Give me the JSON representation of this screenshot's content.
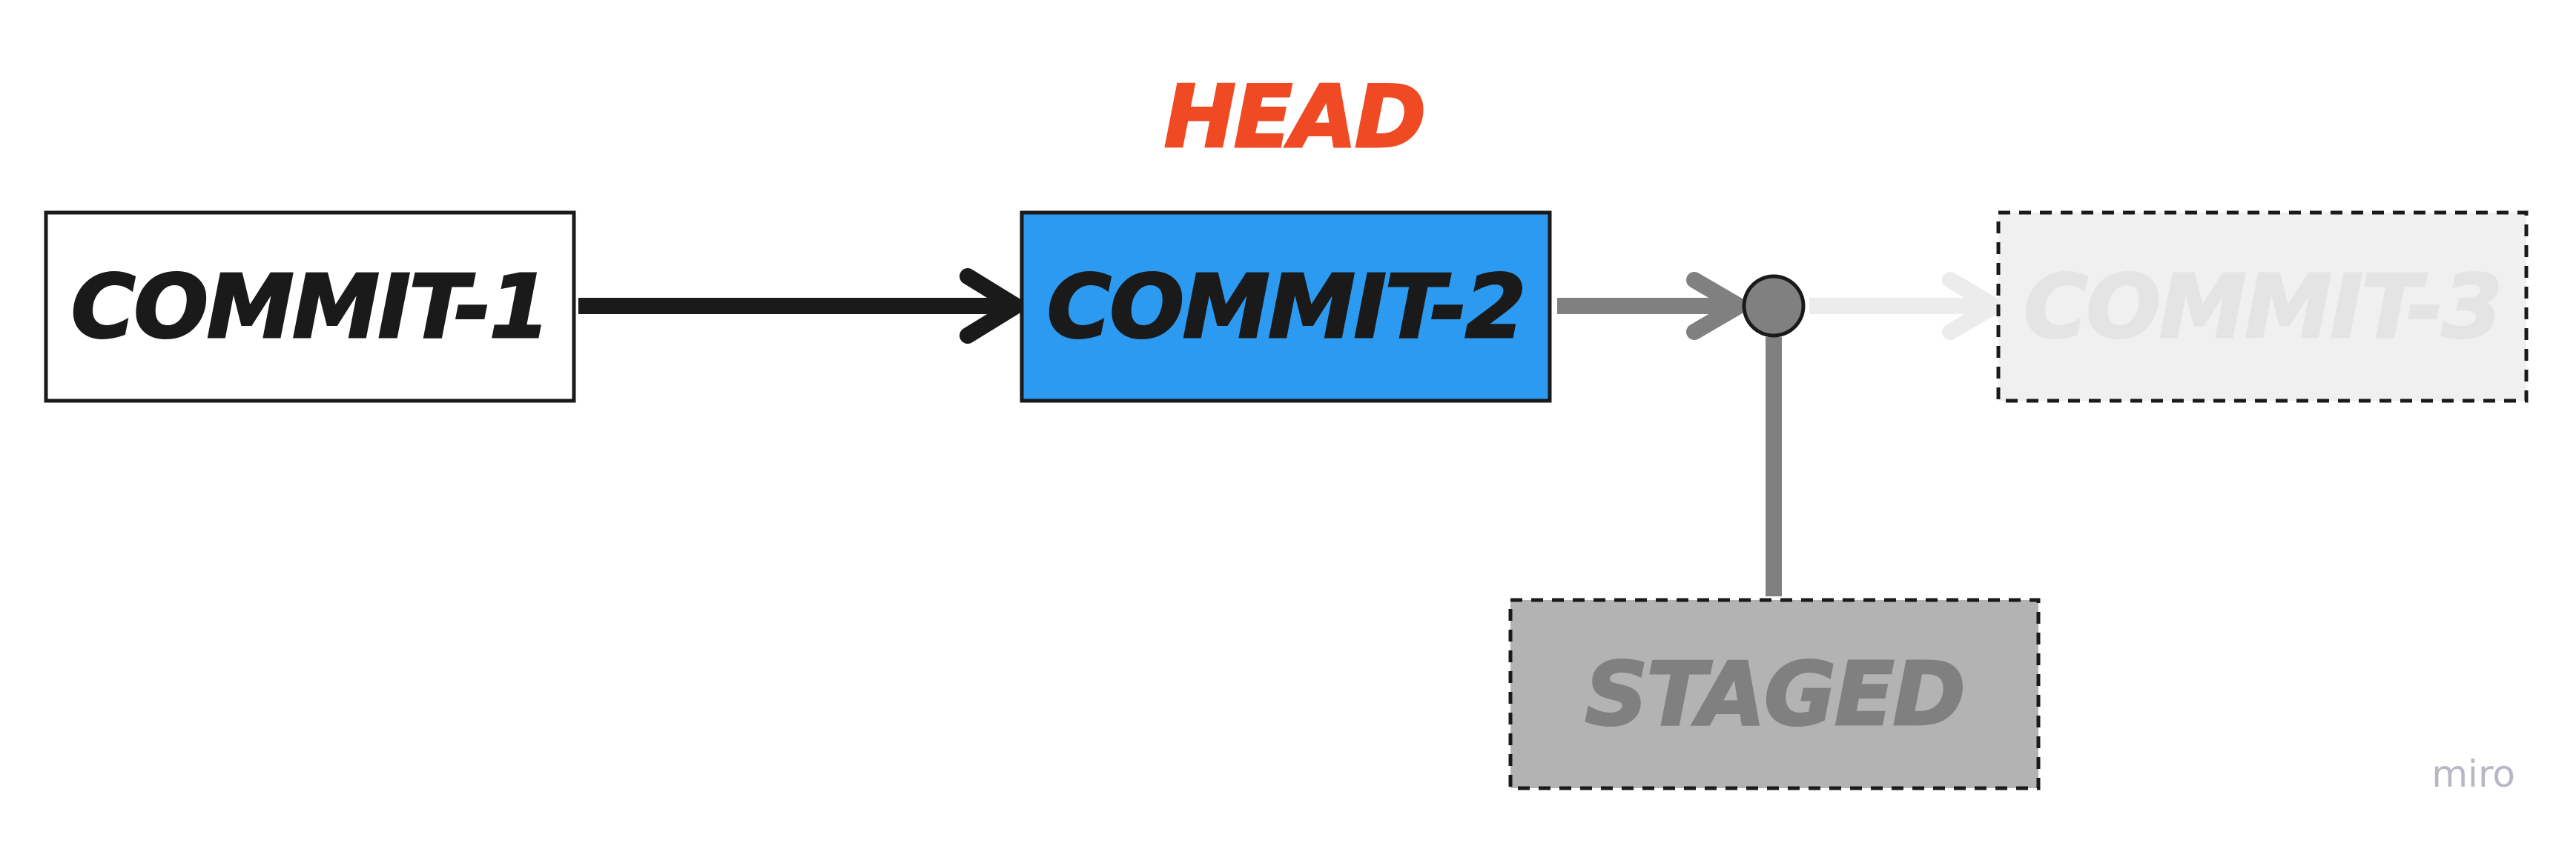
{
  "head": {
    "label": "HEAD",
    "color": "#f04a24"
  },
  "nodes": {
    "commit1": {
      "label": "COMMIT-1",
      "fill": "#ffffff",
      "text_color": "#1a1a1a"
    },
    "commit2": {
      "label": "COMMIT-2",
      "fill": "#2b9af0",
      "text_color": "#1a1a1a"
    },
    "commit3": {
      "label": "COMMIT-3",
      "fill": "#f0f0f0",
      "text_color": "#e4e4e4",
      "border": "dashed"
    },
    "staged": {
      "label": "STAGED",
      "fill": "#b3b3b3",
      "text_color": "#808080",
      "border": "dashed"
    }
  },
  "edges": [
    {
      "from": "commit1",
      "to": "commit2",
      "color": "#1a1a1a"
    },
    {
      "from": "commit2",
      "to": "junction",
      "color": "#808080"
    },
    {
      "from": "junction",
      "to": "commit3",
      "color": "#ececec"
    },
    {
      "from": "junction",
      "to": "staged",
      "color": "#808080"
    }
  ],
  "watermark": {
    "text": "miro"
  }
}
